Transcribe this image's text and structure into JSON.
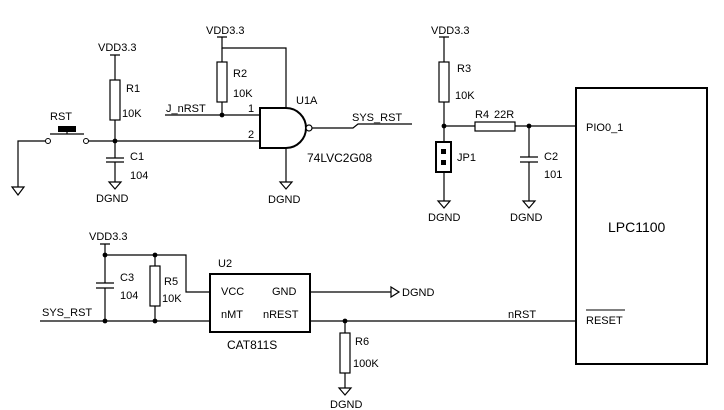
{
  "nets": {
    "vdd": "VDD3.3",
    "gnd": "DGND",
    "sys_rst": "SYS_RST",
    "j_nrst": "J_nRST",
    "nrst": "nRST"
  },
  "components": {
    "rst": "RST",
    "r1": {
      "ref": "R1",
      "value": "10K"
    },
    "r2": {
      "ref": "R2",
      "value": "10K"
    },
    "r3": {
      "ref": "R3",
      "value": "10K"
    },
    "r4": {
      "ref": "R4",
      "value": "22R"
    },
    "r5": {
      "ref": "R5",
      "value": "10K"
    },
    "r6": {
      "ref": "R6",
      "value": "100K"
    },
    "c1": {
      "ref": "C1",
      "value": "104"
    },
    "c2": {
      "ref": "C2",
      "value": "101"
    },
    "c3": {
      "ref": "C3",
      "value": "104"
    },
    "jp1": "JP1",
    "u1a": {
      "ref": "U1A",
      "part": "74LVC2G08",
      "pin1": "1",
      "pin2": "2"
    },
    "u2": {
      "ref": "U2",
      "part": "CAT811S",
      "vcc": "VCC",
      "gnd": "GND",
      "nmt": "nMT",
      "nrest": "nREST"
    },
    "mcu": {
      "name": "LPC1100",
      "pio": "PIO0_1",
      "reset": "RESET"
    }
  }
}
